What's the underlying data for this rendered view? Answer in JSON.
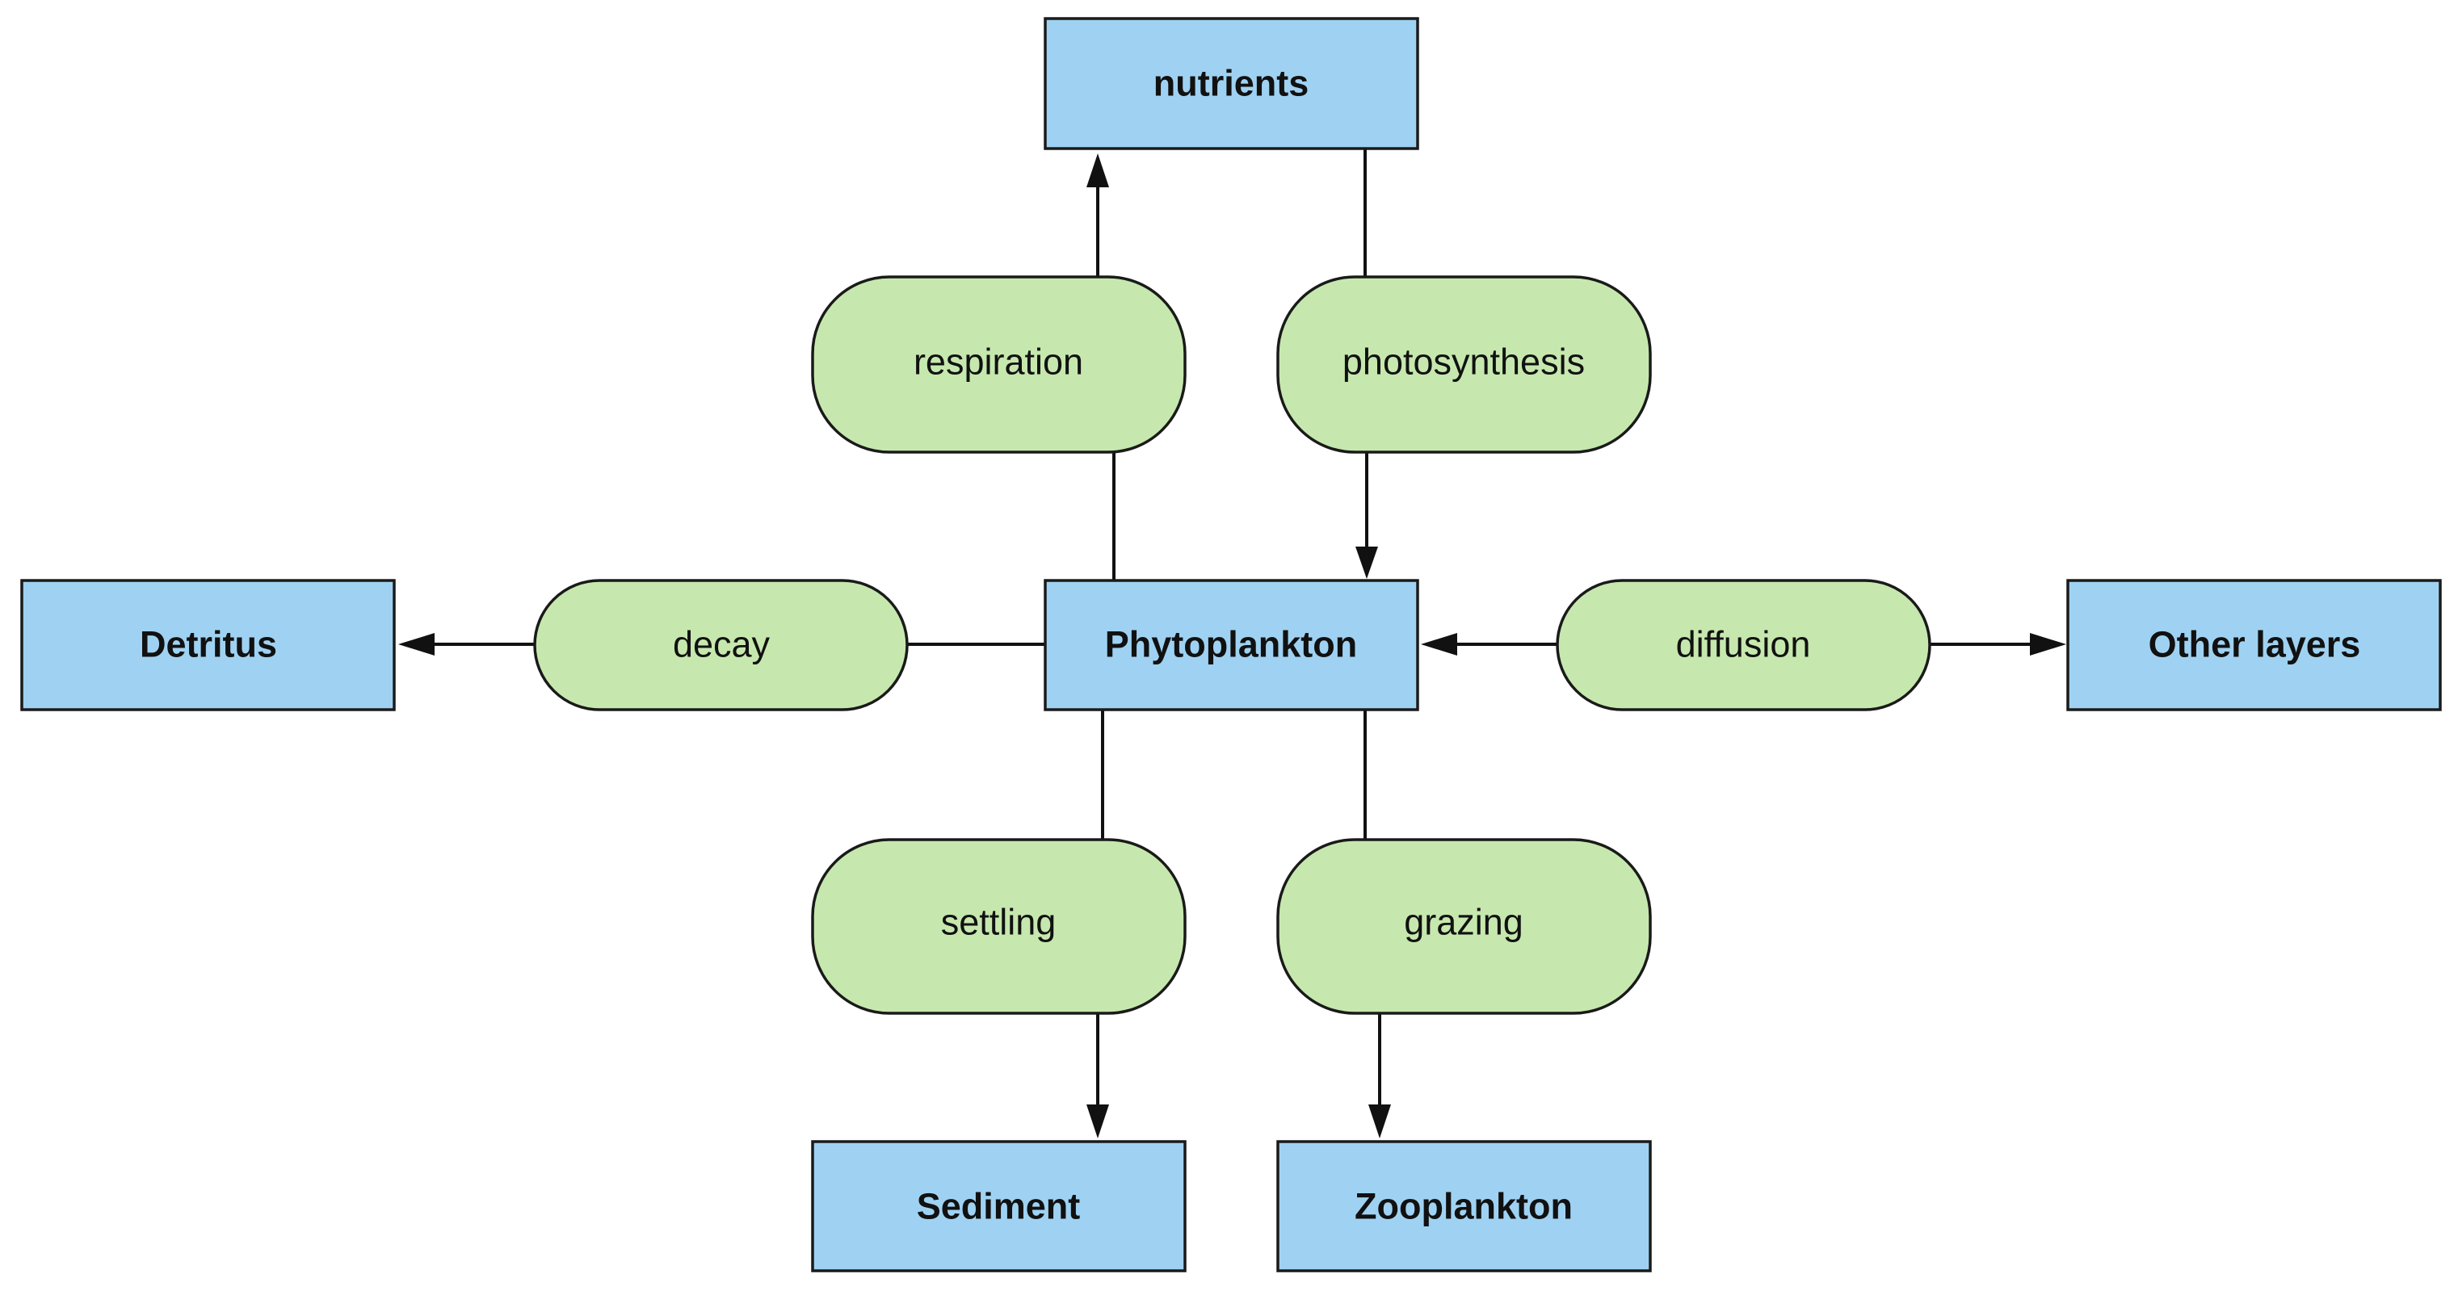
{
  "diagram": {
    "nodes": {
      "nutrients": "nutrients",
      "phytoplankton": "Phytoplankton",
      "detritus": "Detritus",
      "other_layers": "Other layers",
      "sediment": "Sediment",
      "zooplankton": "Zooplankton"
    },
    "processes": {
      "respiration": "respiration",
      "photosynthesis": "photosynthesis",
      "decay": "decay",
      "diffusion": "diffusion",
      "settling": "settling",
      "grazing": "grazing"
    },
    "colors": {
      "box_fill": "#9fd2f2",
      "process_fill": "#c6e8ae",
      "stroke": "#1a1a1a"
    },
    "edges": [
      {
        "from": "phytoplankton",
        "via": "respiration",
        "to": "nutrients"
      },
      {
        "from": "nutrients",
        "via": "photosynthesis",
        "to": "phytoplankton"
      },
      {
        "from": "phytoplankton",
        "via": "decay",
        "to": "detritus"
      },
      {
        "from": "other_layers",
        "via": "diffusion",
        "to": "phytoplankton"
      },
      {
        "from": "phytoplankton",
        "via": "diffusion",
        "to": "other_layers"
      },
      {
        "from": "phytoplankton",
        "via": "settling",
        "to": "sediment"
      },
      {
        "from": "phytoplankton",
        "via": "grazing",
        "to": "zooplankton"
      }
    ]
  }
}
